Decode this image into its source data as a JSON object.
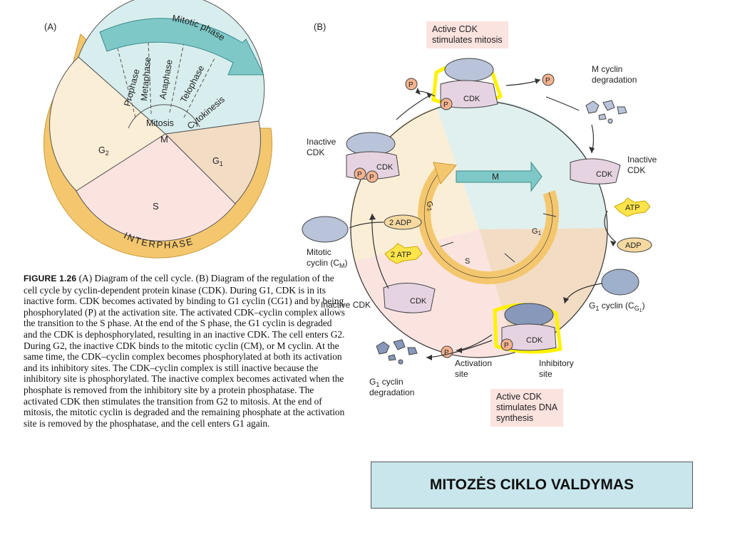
{
  "panel_a": {
    "label": "(A)",
    "mitotic_phase": "Mitotic phase",
    "phases": [
      "Prophase",
      "Metaphase",
      "Anaphase",
      "Telophase",
      "Cytokinesis"
    ],
    "mitosis": "Mitosis",
    "m": "M",
    "g2": "G",
    "g2_sub": "2",
    "g1": "G",
    "g1_sub": "1",
    "s": "S",
    "interphase": "INTERPHASE"
  },
  "panel_b": {
    "label": "(B)",
    "active_mitosis_line1": "Active CDK",
    "active_mitosis_line2": "stimulates mitosis",
    "m_cyclin_deg_line1": "M cyclin",
    "m_cyclin_deg_line2": "degradation",
    "inactive_cdk_top_line1": "Inactive",
    "inactive_cdk_top_line2": "CDK",
    "inactive_cdk_right_line1": "Inactive",
    "inactive_cdk_right_line2": "CDK",
    "inactive_cdk_left": "Inactive CDK",
    "cdk": "CDK",
    "p": "P",
    "atp": "ATP",
    "adp": "ADP",
    "two_adp": "2 ADP",
    "two_atp": "2 ATP",
    "mitotic_cyclin_line1": "Mitotic",
    "mitotic_cyclin_line2": "cyclin (C",
    "mitotic_cyclin_sub": "M",
    "g1_cyclin": "G",
    "g1_cyclin_sub": "1",
    "g1_cyclin_rest": " cyclin (C",
    "g1_cyclin_sub2": "G",
    "g1_cyclin_sub3": "1",
    "activation_site_line1": "Activation",
    "activation_site_line2": "site",
    "inhibitory_site_line1": "Inhibitory",
    "inhibitory_site_line2": "site",
    "g1_cyclin_deg_line1": "G",
    "g1_cyclin_deg_sub": "1",
    "g1_cyclin_deg_rest": " cyclin",
    "g1_cyclin_deg_line2": "degradation",
    "active_dna_line1": "Active CDK",
    "active_dna_line2": "stimulates DNA",
    "active_dna_line3": "synthesis",
    "inner_m": "M",
    "inner_g1": "G",
    "inner_g1_sub": "1",
    "inner_g2": "G",
    "inner_g2_sub": "2",
    "inner_s": "S"
  },
  "caption": {
    "figure": "FIGURE 1.26",
    "body": "(A) Diagram of the cell cycle. (B) Diagram of the regulation of the cell cycle by cyclin-dependent protein kinase (CDK). During G1, CDK is in its inactive form. CDK becomes activated by binding to G1 cyclin (CG1) and by being phosphorylated (P) at the activation site. The activated CDK–cyclin complex allows the transition to the S phase. At the end of the S phase, the G1 cyclin is degraded and the CDK is dephosphorylated, resulting in an inactive CDK. The cell enters G2. During G2, the inactive CDK binds to the mitotic cyclin (CM), or M cyclin. At the same time, the CDK–cyclin complex becomes phosphorylated at both its activation and its inhibitory sites. The CDK–cyclin complex is still inactive because the inhibitory site is phosphorylated. The inactive complex becomes activated when the phosphate is removed from the inhibitory site by a protein phosphatase. The activated CDK then stimulates the transition from G2 to mitosis. At the end of mitosis, the mitotic cyclin is degraded and the remaining phosphate at the activation site is removed by the phosphatase, and the cell enters G1 again."
  },
  "title": "MITOZĖS CIKLO VALDYMAS",
  "colors": {
    "g2_fill": "#fbeed6",
    "g1_fill": "#f3dcc4",
    "s_fill": "#fbe4e0",
    "mitosis_fill": "#d8eeee",
    "mitotic_arrow": "#7ec9c8",
    "interphase_arrow": "#f4c76e",
    "cdk_fill": "#e6d3e2",
    "cyclin_fill": "#b9c3d9",
    "p_fill": "#f3b38f",
    "atp_fill": "#ffe44a",
    "highlight": "#fff200",
    "title_bg": "#c8e6ec"
  }
}
